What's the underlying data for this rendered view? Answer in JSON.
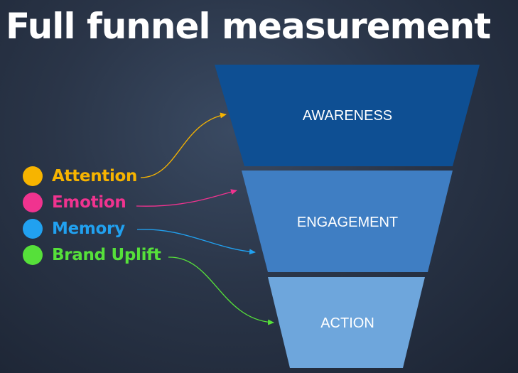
{
  "title": "Full funnel measurement",
  "funnel": {
    "stages": [
      {
        "label": "AWARENESS",
        "color": "#0e4f93"
      },
      {
        "label": "ENGAGEMENT",
        "color": "#3f7ec3"
      },
      {
        "label": "ACTION",
        "color": "#6ea6dc"
      }
    ]
  },
  "legend": {
    "items": [
      {
        "label": "Attention",
        "color": "#f7b400",
        "icon": "circle"
      },
      {
        "label": "Emotion",
        "color": "#f0338f",
        "icon": "circle"
      },
      {
        "label": "Memory",
        "color": "#21a1f0",
        "icon": "circle"
      },
      {
        "label": "Brand Uplift",
        "color": "#56e03a",
        "icon": "circle"
      }
    ]
  },
  "connectors": [
    {
      "from": "Attention",
      "to": "AWARENESS"
    },
    {
      "from": "Emotion",
      "to": "ENGAGEMENT"
    },
    {
      "from": "Memory",
      "to": "ENGAGEMENT"
    },
    {
      "from": "Brand Uplift",
      "to": "ACTION"
    }
  ]
}
